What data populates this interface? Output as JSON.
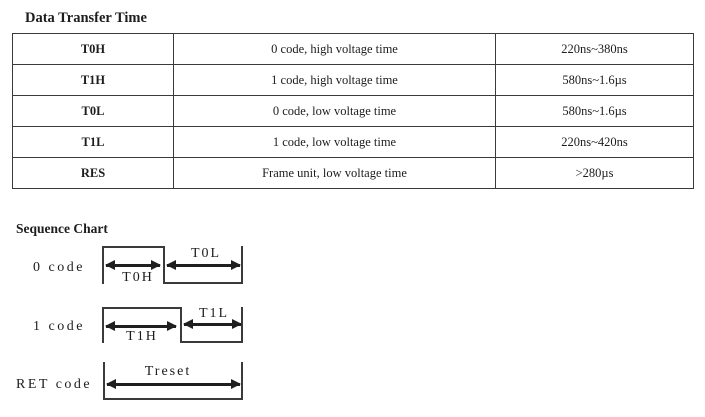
{
  "colors": {
    "line": "#3a3a3a",
    "arrow": "#1f1f1f",
    "text": "#1d1d1d",
    "background": "#ffffff"
  },
  "data_transfer": {
    "title": "Data Transfer Time",
    "table": {
      "rows": [
        {
          "symbol": "T0H",
          "description": "0 code, high voltage time",
          "value": "220ns~380ns"
        },
        {
          "symbol": "T1H",
          "description": "1 code, high voltage time",
          "value": "580ns~1.6µs"
        },
        {
          "symbol": "T0L",
          "description": "0 code, low voltage time",
          "value": "580ns~1.6µs"
        },
        {
          "symbol": "T1L",
          "description": "1 code, low voltage time",
          "value": "220ns~420ns"
        },
        {
          "symbol": "RES",
          "description": "Frame unit, low voltage time",
          "value": ">280µs"
        }
      ]
    }
  },
  "sequence_chart": {
    "title": "Sequence Chart",
    "waveforms": [
      {
        "code": "0 code",
        "high_label": "T0H",
        "low_label": "T0L"
      },
      {
        "code": "1 code",
        "high_label": "T1H",
        "low_label": "T1L"
      },
      {
        "code": "RET code",
        "low_label": "Treset"
      }
    ]
  }
}
